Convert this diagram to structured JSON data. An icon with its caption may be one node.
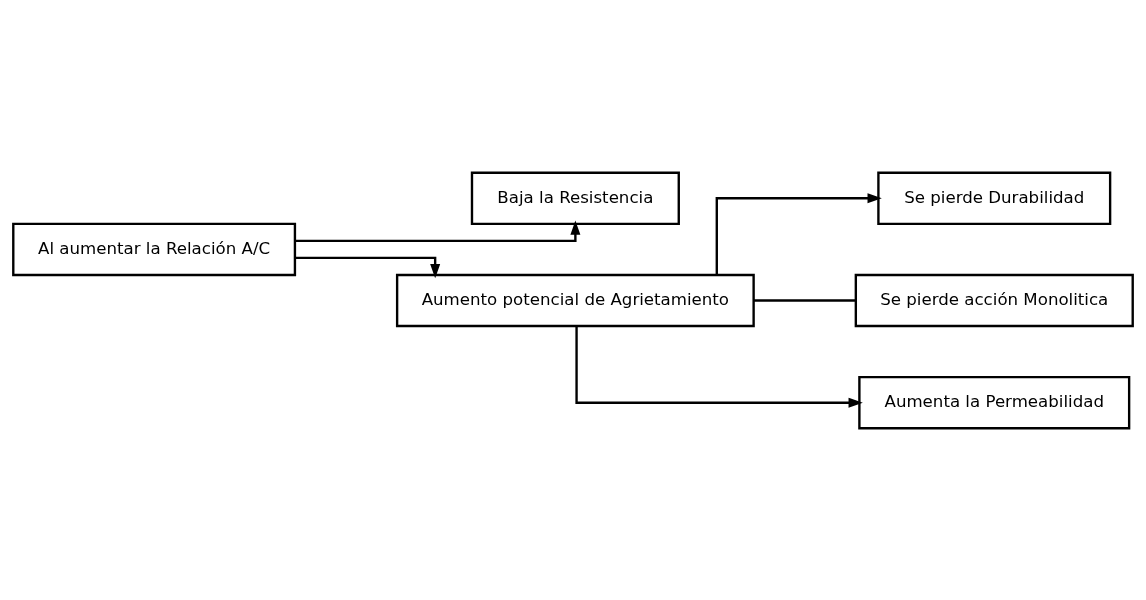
{
  "diagram": {
    "nodes": [
      {
        "text": [
          "Al aumentar la Relación A/C"
        ]
      },
      {
        "text": [
          "Baja la Resistencia"
        ]
      },
      {
        "text": [
          "Aumento potencial de Agrietamiento"
        ]
      },
      {
        "text": [
          "Se pierde Durabilidad"
        ]
      },
      {
        "text": [
          "Se pierde acción Monolitica"
        ]
      },
      {
        "text": [
          "Aumenta la Permeabilidad"
        ]
      }
    ],
    "edges": [
      {
        "from": 0,
        "to": 1,
        "arrow": "to"
      },
      {
        "from": 0,
        "to": 2,
        "arrow": "to"
      },
      {
        "from": 2,
        "to": 3,
        "arrow": "to"
      },
      {
        "from": 2,
        "to": 4,
        "arrow": "none"
      },
      {
        "from": 2,
        "to": 5,
        "arrow": "to"
      }
    ]
  }
}
